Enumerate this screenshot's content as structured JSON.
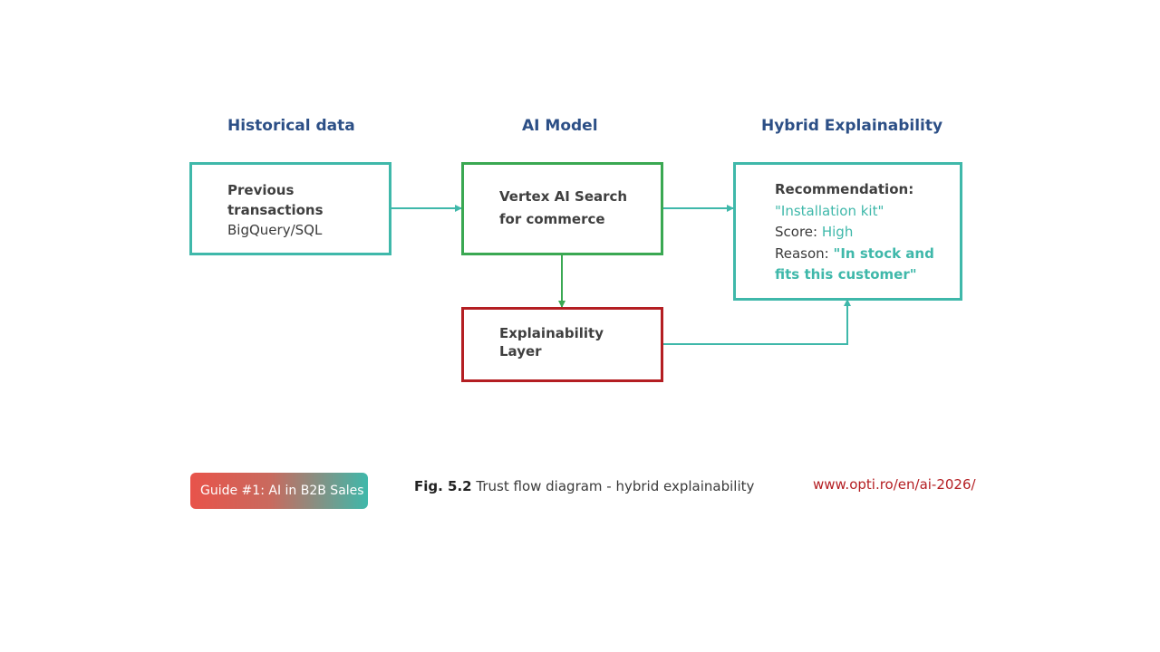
{
  "columns": {
    "historical": "Historical data",
    "model": "AI Model",
    "explain": "Hybrid Explainability"
  },
  "nodes": {
    "historical": {
      "line1": "Previous",
      "line2": "transactions",
      "line3": "BigQuery/SQL"
    },
    "model": {
      "line1": "Vertex AI Search",
      "line2": "for commerce"
    },
    "layer": {
      "line1": "Explainability",
      "line2": "Layer"
    },
    "result": {
      "rec_label": "Recommendation:",
      "rec_value": "\"Installation kit\"",
      "score_label": "Score:",
      "score_value": "High",
      "reason_label": "Reason:",
      "reason_value_1": "\"In stock and",
      "reason_value_2": "fits this customer\""
    }
  },
  "footer": {
    "badge": "Guide #1: AI in B2B Sales",
    "fig_label": "Fig. 5.2",
    "caption": "Trust flow diagram - hybrid explainability",
    "url": "www.opti.ro/en/ai-2026/"
  },
  "colors": {
    "teal": "#3fb8aa",
    "green": "#3aa852",
    "red": "#b41e22",
    "title_blue": "#2c4f86"
  }
}
